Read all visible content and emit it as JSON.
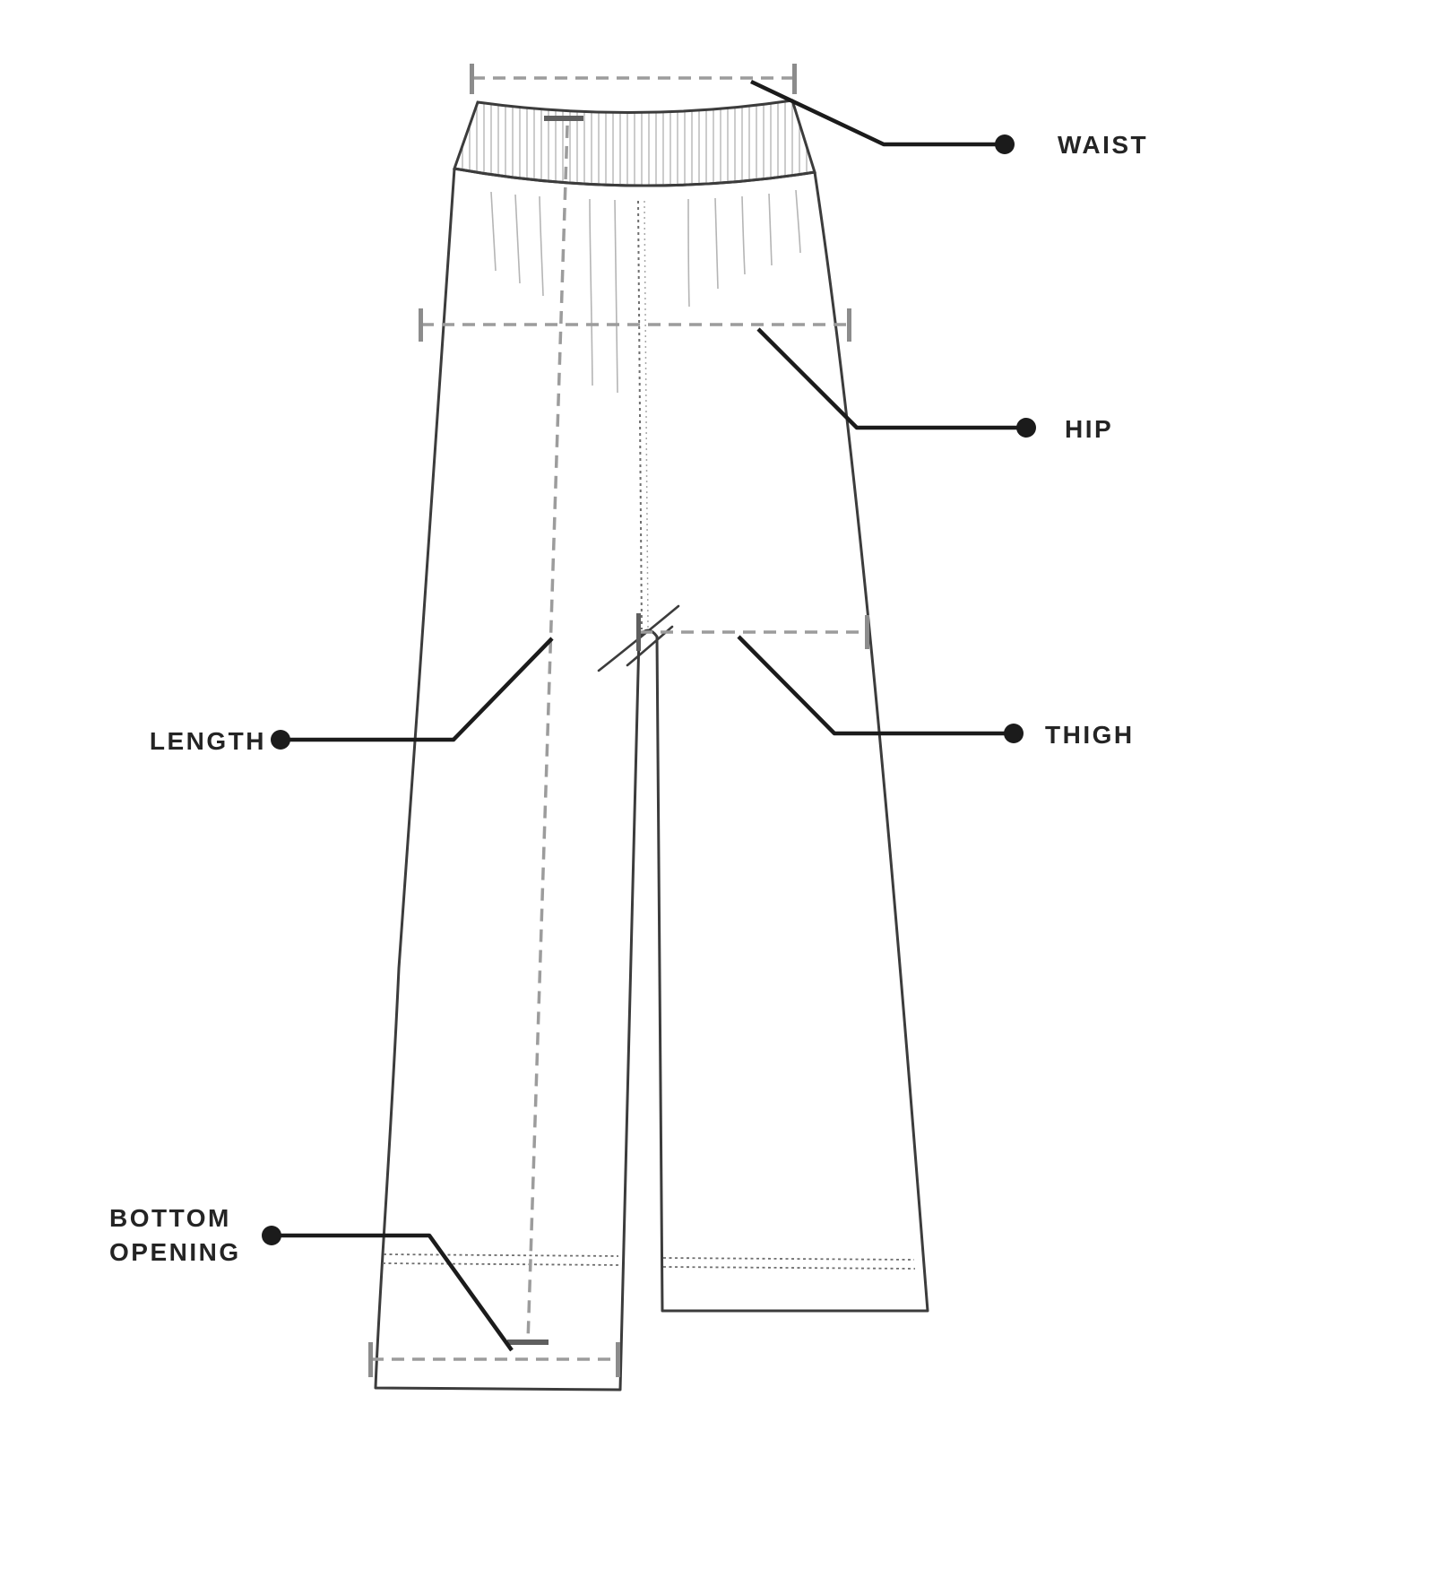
{
  "diagram": {
    "garment": "pants",
    "labels": {
      "waist": "WAIST",
      "hip": "HIP",
      "thigh": "THIGH",
      "length": "LENGTH",
      "bottom_opening_line1": "BOTTOM",
      "bottom_opening_line2": "OPENING"
    },
    "colors": {
      "background": "#ffffff",
      "outline": "#3c3c3c",
      "detail": "#b5b5b5",
      "dashed_guide": "#9c9c9c",
      "tick": "#8c8c8c",
      "callout": "#1b1b1b",
      "label_text": "#242424"
    }
  }
}
